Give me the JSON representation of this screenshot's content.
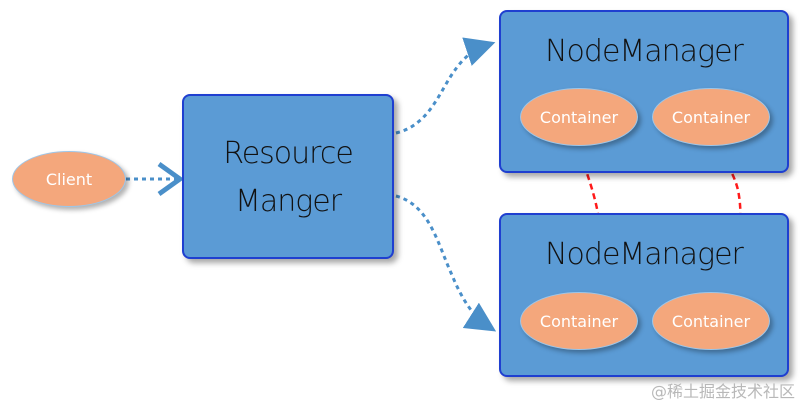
{
  "diagram": {
    "client_label": "Client",
    "resource_manager_line1": "Resource",
    "resource_manager_line2": "Manger",
    "node_manager_top_title": "NodeManager",
    "node_manager_bottom_title": "NodeManager",
    "container_label": "Container"
  },
  "colors": {
    "box_fill": "#5b9bd5",
    "box_border": "#1f3fd0",
    "oval_fill": "#f4a77c",
    "blue_arrow": "#4a8fc9",
    "red_arrow": "#ff1a1a"
  },
  "watermark": "@稀土掘金技术社区"
}
